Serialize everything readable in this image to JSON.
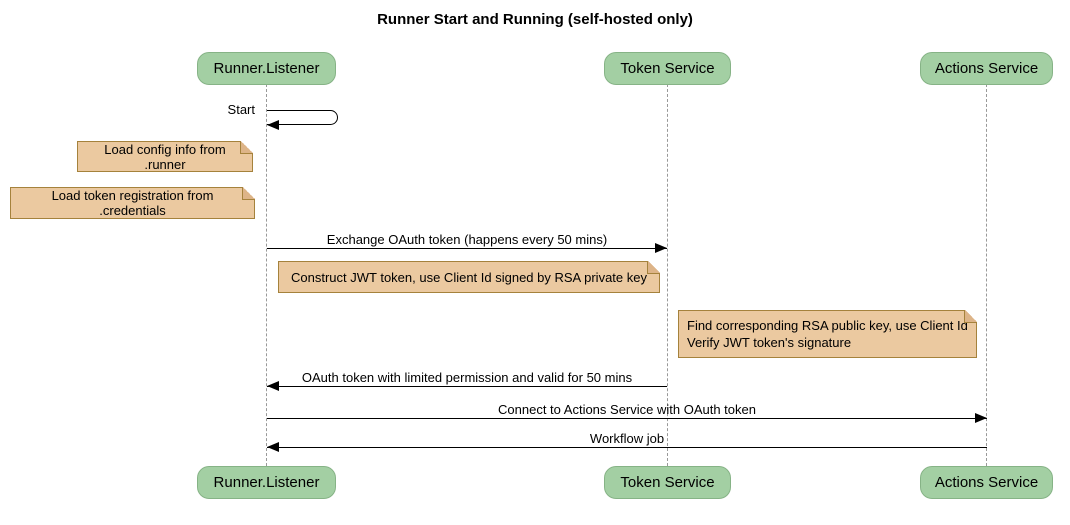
{
  "title": "Runner Start and Running (self-hosted only)",
  "participants": [
    {
      "id": "runner-listener",
      "label": "Runner.Listener"
    },
    {
      "id": "token-service",
      "label": "Token Service"
    },
    {
      "id": "actions-service",
      "label": "Actions Service"
    }
  ],
  "messages": {
    "start": {
      "label": "Start",
      "from": "Runner.Listener",
      "to": "Runner.Listener",
      "type": "self"
    },
    "exchange": {
      "label": "Exchange OAuth token (happens every 50 mins)",
      "from": "Runner.Listener",
      "to": "Token Service"
    },
    "oauth_return": {
      "label": "OAuth token with limited permission and valid for 50 mins",
      "from": "Token Service",
      "to": "Runner.Listener"
    },
    "connect": {
      "label": "Connect to Actions Service with OAuth token",
      "from": "Runner.Listener",
      "to": "Actions Service"
    },
    "workflow": {
      "label": "Workflow job",
      "from": "Actions Service",
      "to": "Runner.Listener"
    }
  },
  "notes": {
    "config": {
      "text": "Load config info from .runner"
    },
    "credentials": {
      "text": "Load token registration from .credentials"
    },
    "jwt": {
      "text": "Construct JWT token, use Client Id signed by RSA private key"
    },
    "verify": {
      "line1": "Find corresponding RSA public key, use Client Id",
      "line2": "Verify JWT token's signature"
    }
  },
  "colors": {
    "participant_fill": "#a3cfa3",
    "participant_border": "#86b386",
    "note_fill": "#ebc9a0",
    "note_border": "#a5823c",
    "lifeline": "#999999",
    "arrow": "#000000"
  }
}
